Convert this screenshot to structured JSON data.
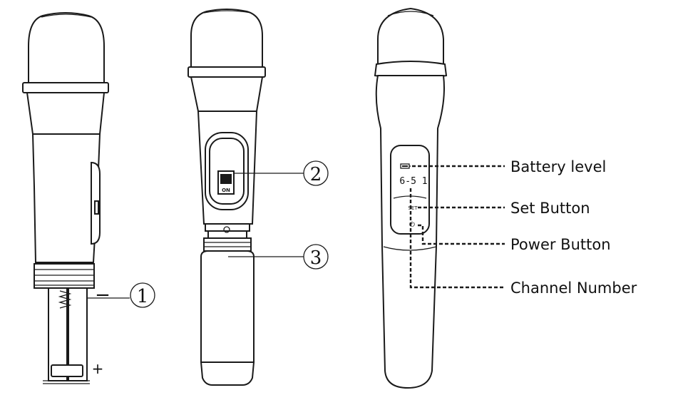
{
  "callouts": {
    "num1": "1",
    "num2": "2",
    "num3": "3",
    "minus": "−",
    "plus": "+",
    "on_label": "ON"
  },
  "display": {
    "channel_readout": "6-5 1",
    "set_label": "SET",
    "power_symbol": "⏻"
  },
  "labels": {
    "battery_level": "Battery level",
    "set_button": "Set Button",
    "power_button": "Power Button",
    "channel_number": "Channel Number"
  }
}
